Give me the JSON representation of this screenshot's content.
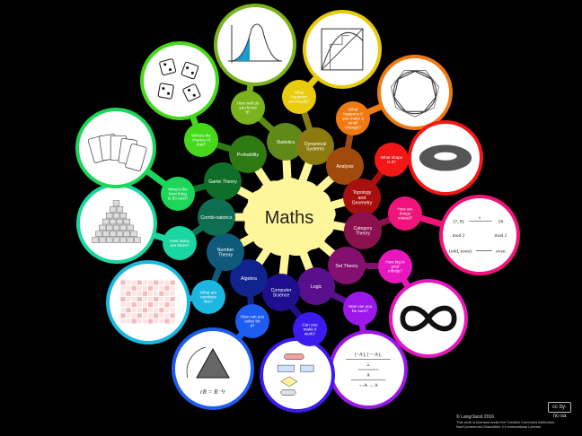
{
  "center": {
    "label": "Maths",
    "color": "#fff59a"
  },
  "topics": [
    {
      "id": "statistics",
      "label": "Statistics",
      "color": "#5f8a17",
      "question": "How well do you know it?",
      "qcolor": "#7bb31d",
      "pic": "bell-curve-icon"
    },
    {
      "id": "dynamical-systems",
      "label": "Dynamical Systems",
      "color": "#8a7a10",
      "question": "What happens eventually?",
      "qcolor": "#e8cc0b",
      "pic": "cobweb-plot-icon"
    },
    {
      "id": "analysis",
      "label": "Analysis",
      "color": "#a04a0e",
      "question": "What happens if you make a small change?",
      "qcolor": "#f07a11",
      "pic": "polygon-circle-icon"
    },
    {
      "id": "topology-geometry",
      "label": "Topology and Geometry",
      "color": "#a8100f",
      "question": "What shape is it?",
      "qcolor": "#f21616",
      "pic": "torus-icon"
    },
    {
      "id": "category-theory",
      "label": "Category Theory",
      "color": "#8c0f4e",
      "question": "How are things related?",
      "qcolor": "#f0147a",
      "pic": "commutative-diagram-icon"
    },
    {
      "id": "set-theory",
      "label": "Set Theory",
      "color": "#830f6f",
      "question": "How big is your infinity?",
      "qcolor": "#e817bd",
      "pic": "infinity-icon"
    },
    {
      "id": "logic",
      "label": "Logic",
      "color": "#5a0f8c",
      "question": "How can you be sure?",
      "qcolor": "#9b17ea",
      "pic": "proof-icon"
    },
    {
      "id": "computer-science",
      "label": "Computer Science",
      "color": "#1e0f8e",
      "question": "Can you make it work?",
      "qcolor": "#3b1bef",
      "pic": "flowchart-icon"
    },
    {
      "id": "algebra",
      "label": "Algebra",
      "color": "#10238e",
      "question": "How can you solve for it?",
      "qcolor": "#1d5cf0",
      "pic": "triangle-symmetry-icon"
    },
    {
      "id": "number-theory",
      "label": "Number Theory",
      "color": "#0f5a7a",
      "question": "What are numbers like?",
      "qcolor": "#1ab7e0",
      "pic": "number-grid-icon"
    },
    {
      "id": "combinatorics",
      "label": "Combi-natorics",
      "color": "#0f6e52",
      "question": "How many are there?",
      "qcolor": "#1ad6a0",
      "pic": "cube-stack-icon"
    },
    {
      "id": "game-theory",
      "label": "Game Theory",
      "color": "#0f6e2a",
      "question": "What's the best thing to do next?",
      "qcolor": "#1cd65a",
      "pic": "playing-cards-icon"
    },
    {
      "id": "probability",
      "label": "Probability",
      "color": "#2f7a12",
      "question": "What's the chance of that?",
      "qcolor": "#46d81a",
      "pic": "dice-icon"
    }
  ],
  "credit": {
    "line1": "© Lang/Jacot 2016",
    "line2": "This work is licensed under the Creative Commons Attribution-NonCommercial-ShareAlike 4.0 International License.",
    "badge": "cc by-nc-sa"
  },
  "pictures": {
    "commutative": {
      "tl": "(7, 8)",
      "tr": "56",
      "ml": "mod 2",
      "mr": "mod 2",
      "bl": "(odd, even)",
      "br": "even",
      "arrow": "×"
    },
    "proof": {
      "top": "[¬A]₁   [¬¬A]₁",
      "mid": "⊥",
      "a": "A",
      "bottom": "¬¬A → A"
    },
    "algebra": {
      "eq": "rR = R⁻¹r"
    }
  }
}
